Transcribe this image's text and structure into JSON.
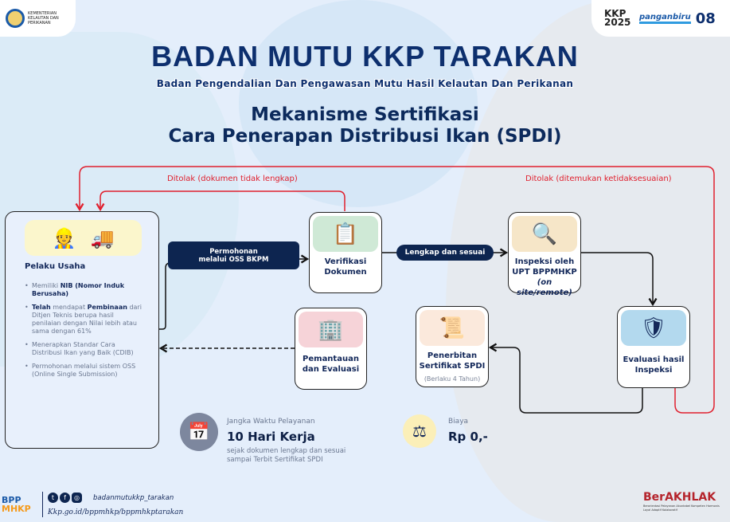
{
  "header": {
    "ministry_logo_text": "KEMENTERIAN KELAUTAN DAN PERIKANAN",
    "partner_logos": [
      "KKP 2025",
      "panganbiru",
      "08"
    ],
    "title": "BADAN MUTU KKP TARAKAN",
    "subtitle": "Badan Pengendalian Dan Pengawasan Mutu Hasil Kelautan Dan Perikanan",
    "heading_line1": "Mekanisme Sertifikasi",
    "heading_line2": "Cara Penerapan Distribusi Ikan (SPDI)"
  },
  "flow": {
    "reject_docs": "Ditolak (dokumen tidak lengkap)",
    "reject_inspection": "Ditolak (ditemukan ketidaksesuaian)",
    "pelaku": {
      "title": "Pelaku Usaha",
      "req1_pre": "Memiliki ",
      "req1_bold": "NIB (Nomor Induk Berusaha)",
      "req2_bold1": "Telah",
      "req2_mid": " mendapat ",
      "req2_bold2": "Pembinaan",
      "req2_rest": " dari Ditjen Teknis berupa hasil penilaian dengan Nilai lebih atau sama dengan 61%",
      "req3": "Menerapkan Standar Cara Distribusi Ikan yang Baik (CDIB)",
      "req4": "Permohonan melalui sistem OSS (Online Single Submission)"
    },
    "permohonan_line1": "Permohonan",
    "permohonan_line2": "melalui OSS BKPM",
    "verifikasi_line1": "Verifikasi",
    "verifikasi_line2": "Dokumen",
    "lengkap": "Lengkap dan sesuai",
    "inspeksi_line1": "Inspeksi oleh",
    "inspeksi_line2": "UPT BPPMHKP",
    "inspeksi_line3": "(on site/remote)",
    "evaluasi_line1": "Evaluasi hasil",
    "evaluasi_line2": "Inspeksi",
    "penerbitan_line1": "Penerbitan",
    "penerbitan_line2": "Sertifikat SPDI",
    "penerbitan_note": "(Berlaku 4 Tahun)",
    "pemantauan_line1": "Pemantauan",
    "pemantauan_line2": "dan Evaluasi"
  },
  "info": {
    "duration_label": "Jangka Waktu Pelayanan",
    "duration_value": "10 Hari Kerja",
    "duration_note1": "sejak dokumen lengkap dan sesuai",
    "duration_note2": "sampai Terbit Sertifikat SPDI",
    "cost_label": "Biaya",
    "cost_value": "Rp 0,-"
  },
  "footer": {
    "logo_top": "BPP",
    "logo_bottom": "MHKP",
    "social_handle": "badanmutukkp_tarakan",
    "url": "Kkp.go.id/bppmhkp/bppmhkptarakan",
    "berakhlak": "BerAKHLAK",
    "berakhlak_tagline": "Berorientasi Pelayanan Akuntabel Kompeten Harmonis Loyal Adaptif Kolaboratif"
  },
  "colors": {
    "navy": "#0d2550",
    "red": "#e0202e",
    "green": "#cfe9d6",
    "beige": "#f6e6c8",
    "blue": "#b3d9ee",
    "peach": "#fbe9dc",
    "pink": "#f6d3d8",
    "yellow": "#fbf6cc"
  }
}
